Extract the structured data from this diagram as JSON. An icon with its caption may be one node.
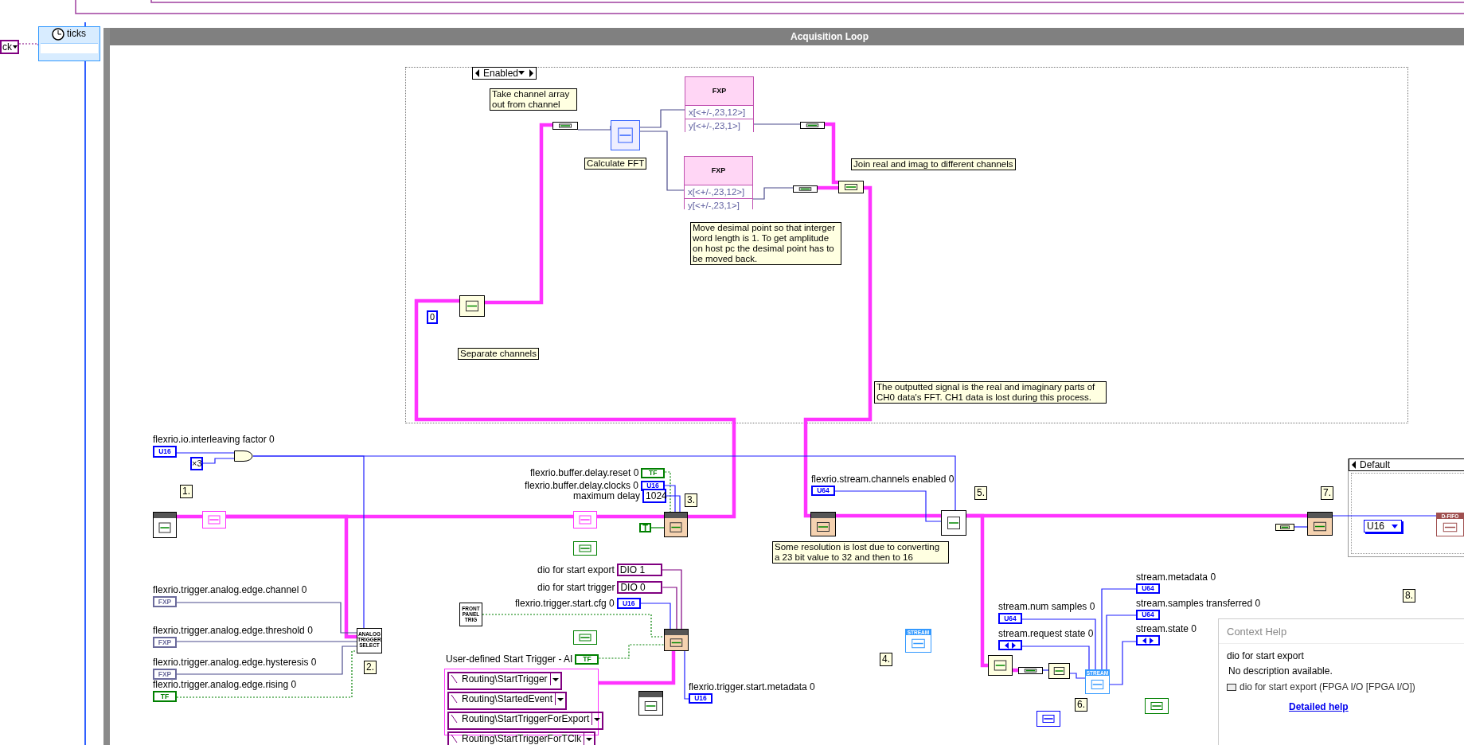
{
  "diagram": {
    "nodes": [
      {
        "text": [
          "ticks"
        ]
      },
      {
        "text": [
          "ck"
        ]
      },
      {
        "text": [
          "Acquisition Loop"
        ]
      },
      {
        "text": [
          "Enabled"
        ],
        "in": 2
      },
      {
        "text": [
          "Take channel array out from channel"
        ],
        "in": 3
      },
      {
        "text": [],
        "shape": "box",
        "in": 3
      },
      {
        "text": [],
        "shape": "box",
        "in": 3
      },
      {
        "text": [
          "Calculate FFT"
        ],
        "in": 3
      },
      {
        "text": [
          "FXP",
          "x[<+/-,23,12>]",
          "y[<+/-,23,1>]"
        ],
        "in": 3
      },
      {
        "text": [
          "FXP",
          "x[<+/-,23,12>]",
          "y[<+/-,23,1>]"
        ],
        "in": 3
      },
      {
        "text": [],
        "shape": "box",
        "in": 3
      },
      {
        "text": [],
        "shape": "box",
        "in": 3
      },
      {
        "text": [],
        "shape": "box",
        "in": 3
      },
      {
        "text": [
          "Join real and imag to different channels"
        ],
        "in": 3
      },
      {
        "text": [
          "Move desimal point so that interger word length is 1. To get amplitude on host pc the desimal point has to be moved back."
        ],
        "in": 3
      },
      {
        "text": [],
        "shape": "box",
        "in": 3
      },
      {
        "text": [
          "0"
        ],
        "in": 3
      },
      {
        "text": [
          "Separate channels"
        ],
        "in": 3
      },
      {
        "text": [
          "The outputted signal is the real and imaginary parts of CH0 data's FFT. CH1 data is lost during this process."
        ],
        "in": 3
      },
      {
        "text": [
          "flexrio.io.interleaving factor 0",
          "U16"
        ],
        "in": 2
      },
      {
        "text": [
          "×3"
        ],
        "in": 2
      },
      {
        "text": [],
        "shape": "gate",
        "in": 2
      },
      {
        "text": [],
        "shape": "box",
        "in": 2
      },
      {
        "text": [],
        "shape": "box",
        "in": 2
      },
      {
        "text": [
          "ANALOG TRIGGER SELECT"
        ],
        "in": 2
      },
      {
        "text": [
          "flexrio.trigger.analog.edge.channel 0",
          "FXP"
        ],
        "in": 2
      },
      {
        "text": [
          "flexrio.trigger.analog.edge.threshold 0",
          "FXP"
        ],
        "in": 2
      },
      {
        "text": [
          "flexrio.trigger.analog.edge.hysteresis 0",
          "FXP"
        ],
        "in": 2
      },
      {
        "text": [
          "flexrio.trigger.analog.edge.rising 0",
          "TF"
        ],
        "in": 2
      },
      {
        "text": [
          "flexrio.buffer.delay.reset 0",
          "TF"
        ],
        "in": 2
      },
      {
        "text": [
          "flexrio.buffer.delay.clocks 0",
          "U16"
        ],
        "in": 2
      },
      {
        "text": [
          "maximum delay",
          "1024"
        ],
        "in": 2
      },
      {
        "text": [],
        "shape": "box",
        "in": 2
      },
      {
        "text": [],
        "shape": "box",
        "in": 2
      },
      {
        "text": [
          "T"
        ],
        "in": 2
      },
      {
        "text": [],
        "shape": "box",
        "in": 2
      },
      {
        "text": [
          "dio for start export",
          "DIO 1"
        ],
        "in": 2
      },
      {
        "text": [
          "dio for start trigger",
          "DIO 0"
        ],
        "in": 2
      },
      {
        "text": [
          "flexrio.trigger.start.cfg 0",
          "U16"
        ],
        "in": 2
      },
      {
        "text": [
          "FRONT PANEL TRIG"
        ],
        "in": 2
      },
      {
        "text": [],
        "shape": "box",
        "in": 2
      },
      {
        "text": [],
        "shape": "box",
        "in": 2
      },
      {
        "text": [
          "User-defined Start Trigger - AI",
          "TF"
        ],
        "in": 2
      },
      {
        "text": [
          "Routing\\StartTrigger",
          "Routing\\StartedEvent",
          "Routing\\StartTriggerForExport",
          "Routing\\StartTriggerForTClk"
        ],
        "in": 2
      },
      {
        "text": [],
        "shape": "box",
        "in": 2
      },
      {
        "text": [
          "flexrio.trigger.start.metadata 0",
          "U16"
        ],
        "in": 2
      },
      {
        "text": [
          "STREAM"
        ],
        "in": 2
      },
      {
        "text": [
          "flexrio.stream.channels enabled 0",
          "U64"
        ],
        "in": 2
      },
      {
        "text": [],
        "shape": "box",
        "in": 2
      },
      {
        "text": [
          "Some resolution is lost due to converting a 23 bit value to 32 and then to 16"
        ],
        "in": 2
      },
      {
        "text": [],
        "shape": "box",
        "in": 2
      },
      {
        "text": [
          "stream.num samples 0",
          "U64"
        ],
        "in": 2
      },
      {
        "text": [
          "stream.request state 0"
        ],
        "in": 2
      },
      {
        "text": [],
        "shape": "box",
        "in": 2
      },
      {
        "text": [],
        "shape": "box",
        "in": 2
      },
      {
        "text": [],
        "shape": "box",
        "in": 2
      },
      {
        "text": [
          "STREAM"
        ],
        "in": 2
      },
      {
        "text": [
          "stream.metadata 0",
          "U64"
        ],
        "in": 2
      },
      {
        "text": [
          "stream.samples transferred 0",
          "U64"
        ],
        "in": 2
      },
      {
        "text": [
          "stream.state 0"
        ],
        "in": 2
      },
      {
        "text": [],
        "shape": "box",
        "in": 2
      },
      {
        "text": [],
        "shape": "box",
        "in": 2
      },
      {
        "text": [],
        "shape": "box",
        "in": 2
      },
      {
        "text": [],
        "shape": "box",
        "in": 2
      },
      {
        "text": [
          "Default"
        ],
        "in": 2
      },
      {
        "text": [
          "U16"
        ],
        "in": 64
      },
      {
        "text": [
          "D-FIFO"
        ],
        "in": 64
      },
      {
        "text": [
          "Context Help",
          "dio for start export",
          "No description available.",
          "dio for start export (FPGA I/O [FPGA I/O])",
          "Detailed help"
        ]
      }
    ],
    "edges": [
      {
        "from": 1,
        "to": 0,
        "arrow": "none",
        "style": "dashed",
        "color": "#800080"
      },
      {
        "from": 22,
        "to": 23,
        "arrow": "none",
        "style": "thick",
        "color": "#ff33ff"
      },
      {
        "from": 23,
        "to": 32,
        "arrow": "none",
        "style": "thick",
        "color": "#ff33ff"
      },
      {
        "from": 32,
        "to": 33,
        "arrow": "none",
        "style": "thick",
        "color": "#ff33ff"
      },
      {
        "from": 33,
        "to": 15,
        "arrow": "none",
        "style": "thick",
        "color": "#ff33ff"
      },
      {
        "from": 15,
        "to": 5,
        "arrow": "none",
        "style": "thick",
        "color": "#ff33ff"
      },
      {
        "from": 5,
        "to": 6,
        "arrow": "none",
        "color": "#4b4b8c"
      },
      {
        "from": 6,
        "to": 8,
        "arrow": "none",
        "color": "#4b4b8c"
      },
      {
        "from": 6,
        "to": 9,
        "arrow": "none",
        "color": "#4b4b8c"
      },
      {
        "from": 8,
        "to": 10,
        "arrow": "none",
        "color": "#4b4b8c"
      },
      {
        "from": 9,
        "to": 11,
        "arrow": "none",
        "color": "#4b4b8c"
      },
      {
        "from": 10,
        "to": 12,
        "arrow": "none",
        "style": "thick",
        "color": "#ff33ff"
      },
      {
        "from": 11,
        "to": 12,
        "arrow": "none",
        "style": "thick",
        "color": "#ff33ff"
      },
      {
        "from": 12,
        "to": 48,
        "arrow": "none",
        "style": "thick",
        "color": "#ff33ff"
      },
      {
        "from": 48,
        "to": 50,
        "arrow": "none",
        "style": "thick",
        "color": "#ff33ff"
      },
      {
        "from": 50,
        "to": 62,
        "arrow": "none",
        "style": "thick",
        "color": "#ff33ff"
      },
      {
        "from": 50,
        "to": 53,
        "arrow": "none",
        "style": "thick",
        "color": "#ff33ff"
      },
      {
        "from": 23,
        "to": 24,
        "arrow": "none",
        "style": "thick",
        "color": "#ff33ff"
      },
      {
        "from": 43,
        "to": 40,
        "arrow": "none",
        "style": "thick",
        "color": "#ff33ff"
      },
      {
        "from": 19,
        "to": 21,
        "arrow": "none"
      },
      {
        "from": 20,
        "to": 21,
        "arrow": "none"
      },
      {
        "from": 21,
        "to": 50,
        "arrow": "none"
      },
      {
        "from": 21,
        "to": 24,
        "arrow": "none"
      },
      {
        "from": 25,
        "to": 24,
        "arrow": "none",
        "color": "#4b4b8c"
      },
      {
        "from": 26,
        "to": 24,
        "arrow": "none",
        "color": "#4b4b8c"
      },
      {
        "from": 27,
        "to": 24,
        "arrow": "none",
        "color": "#4b4b8c"
      },
      {
        "from": 28,
        "to": 24,
        "arrow": "none",
        "style": "dashed",
        "color": "#008000"
      },
      {
        "from": 29,
        "to": 33,
        "arrow": "none",
        "style": "dashed",
        "color": "#008000"
      },
      {
        "from": 30,
        "to": 33,
        "arrow": "none"
      },
      {
        "from": 31,
        "to": 33,
        "arrow": "none"
      },
      {
        "from": 34,
        "to": 33,
        "arrow": "none",
        "color": "#008000"
      },
      {
        "from": 36,
        "to": 40,
        "arrow": "none",
        "color": "#800080"
      },
      {
        "from": 37,
        "to": 40,
        "arrow": "none",
        "color": "#800080"
      },
      {
        "from": 38,
        "to": 40,
        "arrow": "none"
      },
      {
        "from": 39,
        "to": 40,
        "arrow": "none",
        "style": "dashed",
        "color": "#008000"
      },
      {
        "from": 42,
        "to": 40,
        "arrow": "none",
        "style": "dashed",
        "color": "#008000"
      },
      {
        "from": 40,
        "to": 45,
        "arrow": "none"
      },
      {
        "from": 47,
        "to": 50,
        "arrow": "none"
      },
      {
        "from": 51,
        "to": 56,
        "arrow": "none"
      },
      {
        "from": 52,
        "to": 56,
        "arrow": "none"
      },
      {
        "from": 53,
        "to": 54,
        "arrow": "none",
        "style": "thick",
        "color": "#ff33ff"
      },
      {
        "from": 54,
        "to": 55,
        "arrow": "none"
      },
      {
        "from": 55,
        "to": 56,
        "arrow": "none"
      },
      {
        "from": 56,
        "to": 57,
        "arrow": "none"
      },
      {
        "from": 56,
        "to": 58,
        "arrow": "none"
      },
      {
        "from": 56,
        "to": 59,
        "arrow": "none"
      },
      {
        "from": 63,
        "to": 62,
        "arrow": "none"
      },
      {
        "from": 62,
        "to": 66,
        "arrow": "none"
      }
    ],
    "labels": [
      "1.",
      "2.",
      "3.",
      "4.",
      "5.",
      "6.",
      "7.",
      "8."
    ]
  }
}
